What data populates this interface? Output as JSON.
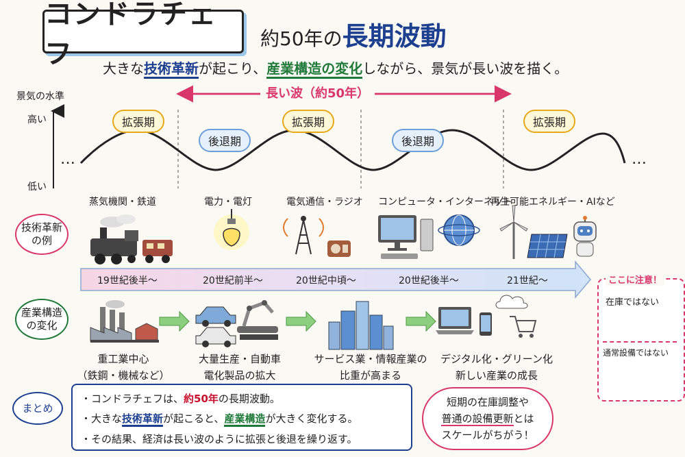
{
  "title": {
    "main": "コンドラチェフ",
    "sub_prefix": "約50年の",
    "sub_emph": "長期波動"
  },
  "subtitle": {
    "p1": "大きな",
    "tech": "技術革新",
    "p2": "が起こり、",
    "struct": "産業構造の変化",
    "p3": "しながら、景気が長い波を描く。"
  },
  "axis": {
    "ylabel": "景気の水準",
    "high": "高い",
    "low": "低い",
    "ellipsis": "…"
  },
  "wave": {
    "label": "長い波（約50年）"
  },
  "phases": {
    "expansion": "拡張期",
    "recession": "後退期"
  },
  "tech": {
    "side_label": "技術革新の例",
    "items": [
      "蒸気機関・鉄道",
      "電力・電灯",
      "電気通信・ラジオ",
      "コンピュータ・インターネット",
      "再生可能エネルギー・AIなど"
    ]
  },
  "eras": [
    "19世紀後半～",
    "20世紀前半～",
    "20世紀中頃～",
    "20世紀後半～",
    "21世紀～"
  ],
  "structure": {
    "side_label": "産業構造の変化",
    "items": [
      {
        "line1": "重工業中心",
        "line2": "（鉄鋼・機械など）"
      },
      {
        "line1": "大量生産・自動車",
        "line2": "電化製品の拡大"
      },
      {
        "line1": "サービス業・情報産業の",
        "line2": "比重が高まる"
      },
      {
        "line1": "デジタル化・グリーン化",
        "line2": "新しい産業の成長"
      }
    ]
  },
  "caution": {
    "title": "ここに注意！",
    "item1": "在庫ではない",
    "item2": "通常設備ではない"
  },
  "summary": {
    "label": "まとめ",
    "l1_pre": "・コンドラチェフは、",
    "l1_emph": "約50年",
    "l1_post": "の長期波動。",
    "l2_pre": "・大きな",
    "l2_tech": "技術革新",
    "l2_mid": "が起こると、",
    "l2_struct": "産業構造",
    "l2_post": "が大きく変化する。",
    "l3": "・その結果、経済は長い波のように拡張と後退を繰り返す。"
  },
  "note": {
    "line1": "短期の在庫調整や",
    "line2": "普通の設備更新",
    "line2_post": "とは",
    "line3": "スケールがちがう！"
  },
  "colors": {
    "blue": "#1c3f8f",
    "green": "#1f7a3a",
    "red": "#c8102e",
    "pink": "#d9366a",
    "yellow": "#e6a817"
  }
}
